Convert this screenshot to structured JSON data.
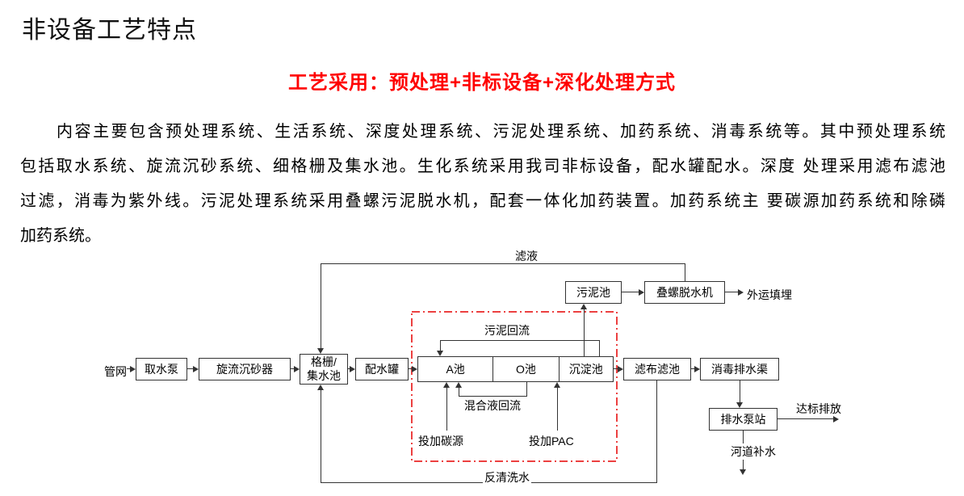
{
  "slide": {
    "title": "非设备工艺特点",
    "subtitle": "工艺采用：预处理+非标设备+深化处理方式",
    "paragraph_lines": [
      "　　内容主要包含预处理系统、生活系统、深度处理系统、污泥处理系统、加药系统、消毒系统等。其中预处理系统",
      "包括取水系统、旋流沉砂系统、细格栅及集水池。生化系统采用我司非标设备，配水罐配水。深度 处理采用滤布滤池",
      "过滤，消毒为紫外线。污泥处理系统采用叠螺污泥脱水机，配套一体化加药装置。加药系统主 要碳源加药系统和除磷",
      "加药系统。"
    ]
  },
  "diagram": {
    "nodes": {
      "pipe_network": "管网",
      "intake_pump": "取水泵",
      "cyclone_grit": "旋流沉砂器",
      "grid_sump_l1": "格栅/",
      "grid_sump_l2": "集水池",
      "distribution_tank": "配水罐",
      "pool_a": "A池",
      "pool_o": "O池",
      "sedimentation": "沉淀池",
      "cloth_filter": "滤布滤池",
      "disinfection_channel": "消毒排水渠",
      "sludge_pool": "污泥池",
      "screw_dewaterer": "叠螺脱水机",
      "drain_pump_station": "排水泵站"
    },
    "labels": {
      "landfill": "外运填埋",
      "filtrate": "滤液",
      "sludge_return": "污泥回流",
      "mixed_liquor_return": "混合液回流",
      "carbon_dosing": "投加碳源",
      "pac_dosing": "投加PAC",
      "discharge": "达标排放",
      "river_replenish": "河道补水",
      "backwash": "反清洗水"
    }
  },
  "colors": {
    "accent_red": "#ff0000",
    "line_black": "#333333"
  }
}
